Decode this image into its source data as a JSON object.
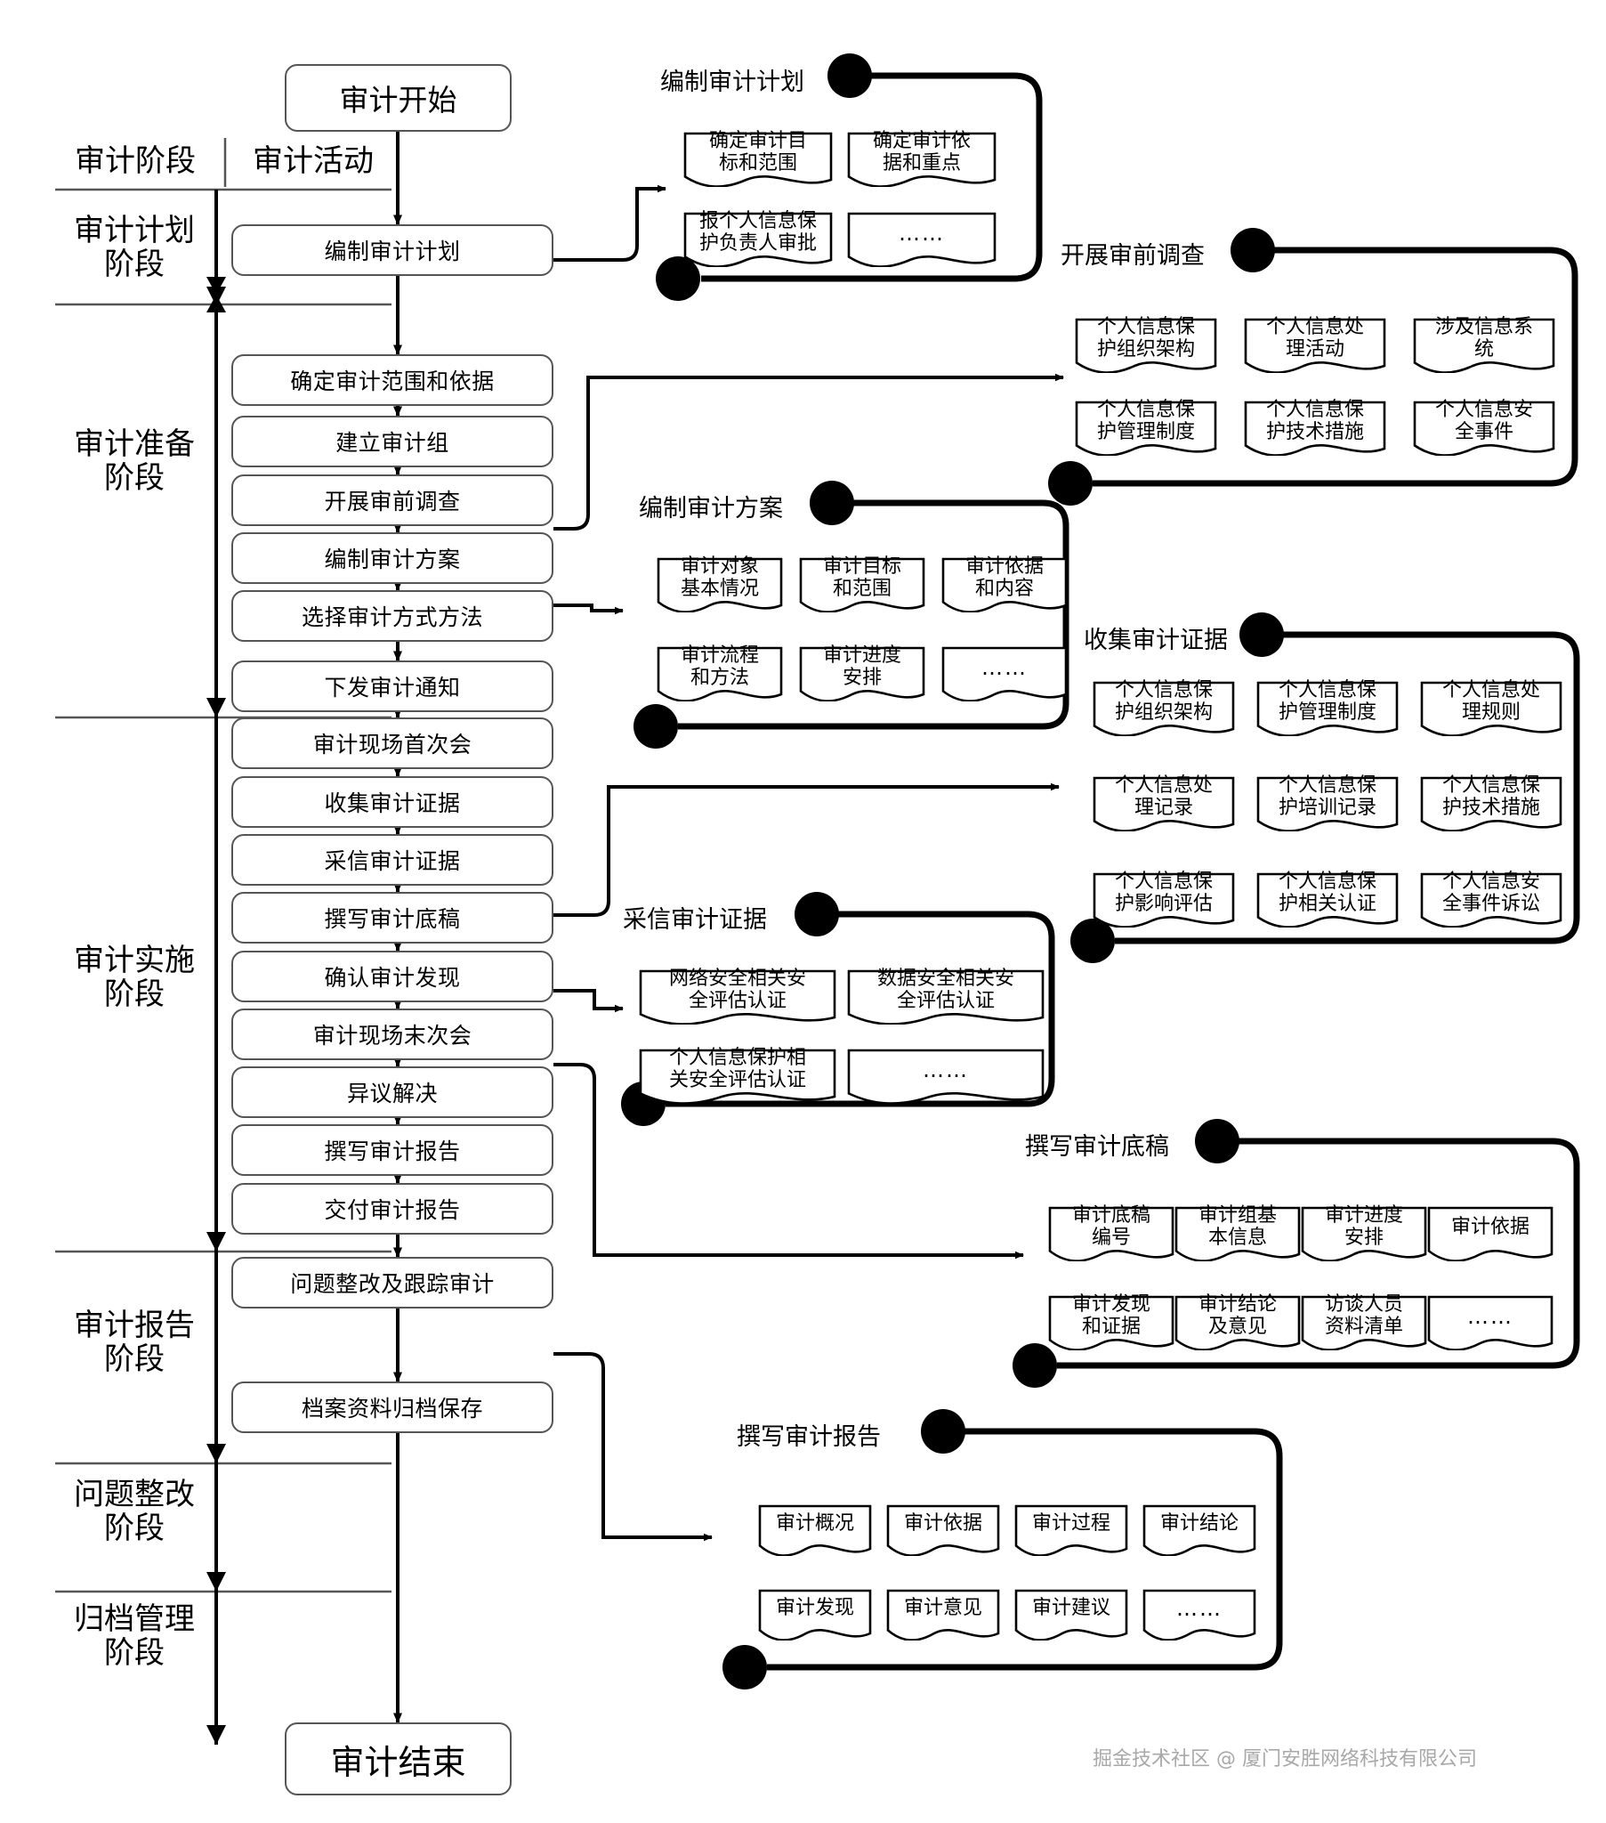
{
  "header": {
    "col_stage": "审计阶段",
    "col_activity": "审计活动"
  },
  "terminals": {
    "start": "审计开始",
    "end": "审计结束"
  },
  "stages": [
    {
      "id": "plan",
      "label": "审计计划\n阶段"
    },
    {
      "id": "prepare",
      "label": "审计准备\n阶段"
    },
    {
      "id": "execute",
      "label": "审计实施\n阶段"
    },
    {
      "id": "report",
      "label": "审计报告\n阶段"
    },
    {
      "id": "rectify",
      "label": "问题整改\n阶段"
    },
    {
      "id": "archive",
      "label": "归档管理\n阶段"
    }
  ],
  "activities": [
    {
      "id": "a1",
      "label": "编制审计计划"
    },
    {
      "id": "a2",
      "label": "确定审计范围和依据"
    },
    {
      "id": "a3",
      "label": "建立审计组"
    },
    {
      "id": "a4",
      "label": "开展审前调查"
    },
    {
      "id": "a5",
      "label": "编制审计方案"
    },
    {
      "id": "a6",
      "label": "选择审计方式方法"
    },
    {
      "id": "a7",
      "label": "下发审计通知"
    },
    {
      "id": "a8",
      "label": "审计现场首次会"
    },
    {
      "id": "a9",
      "label": "收集审计证据"
    },
    {
      "id": "a10",
      "label": "采信审计证据"
    },
    {
      "id": "a11",
      "label": "撰写审计底稿"
    },
    {
      "id": "a12",
      "label": "确认审计发现"
    },
    {
      "id": "a13",
      "label": "审计现场末次会"
    },
    {
      "id": "a14",
      "label": "异议解决"
    },
    {
      "id": "a15",
      "label": "撰写审计报告"
    },
    {
      "id": "a16",
      "label": "交付审计报告"
    },
    {
      "id": "a17",
      "label": "问题整改及跟踪审计"
    },
    {
      "id": "a18",
      "label": "档案资料归档保存"
    }
  ],
  "groups": [
    {
      "id": "g1",
      "title": "编制审计计划",
      "items": [
        "确定审计目\n标和范围",
        "确定审计依\n据和重点",
        "报个人信息保\n护负责人审批",
        "……"
      ]
    },
    {
      "id": "g2",
      "title": "开展审前调查",
      "items": [
        "个人信息保\n护组织架构",
        "个人信息处\n理活动",
        "涉及信息系\n统",
        "个人信息保\n护管理制度",
        "个人信息保\n护技术措施",
        "个人信息安\n全事件"
      ]
    },
    {
      "id": "g3",
      "title": "编制审计方案",
      "items": [
        "审计对象\n基本情况",
        "审计目标\n和范围",
        "审计依据\n和内容",
        "审计流程\n和方法",
        "审计进度\n安排",
        "……"
      ]
    },
    {
      "id": "g4",
      "title": "收集审计证据",
      "items": [
        "个人信息保\n护组织架构",
        "个人信息保\n护管理制度",
        "个人信息处\n理规则",
        "个人信息处\n理记录",
        "个人信息保\n护培训记录",
        "个人信息保\n护技术措施",
        "个人信息保\n护影响评估",
        "个人信息保\n护相关认证",
        "个人信息安\n全事件诉讼"
      ]
    },
    {
      "id": "g5",
      "title": "采信审计证据",
      "items": [
        "网络安全相关安\n全评估认证",
        "数据安全相关安\n全评估认证",
        "个人信息保护相\n关安全评估认证",
        "……"
      ]
    },
    {
      "id": "g6",
      "title": "撰写审计底稿",
      "items": [
        "审计底稿\n编号",
        "审计组基\n本信息",
        "审计进度\n安排",
        "审计依据",
        "审计发现\n和证据",
        "审计结论\n及意见",
        "访谈人员\n资料清单",
        "……"
      ]
    },
    {
      "id": "g7",
      "title": "撰写审计报告",
      "items": [
        "审计概况",
        "审计依据",
        "审计过程",
        "审计结论",
        "审计发现",
        "审计意见",
        "审计建议",
        "……"
      ]
    }
  ],
  "watermark": "掘金技术社区 @ 厦门安胜网络科技有限公司",
  "colors": {
    "box_stroke": "#555555",
    "line": "#000000",
    "watermark": "#a8a8a8"
  }
}
